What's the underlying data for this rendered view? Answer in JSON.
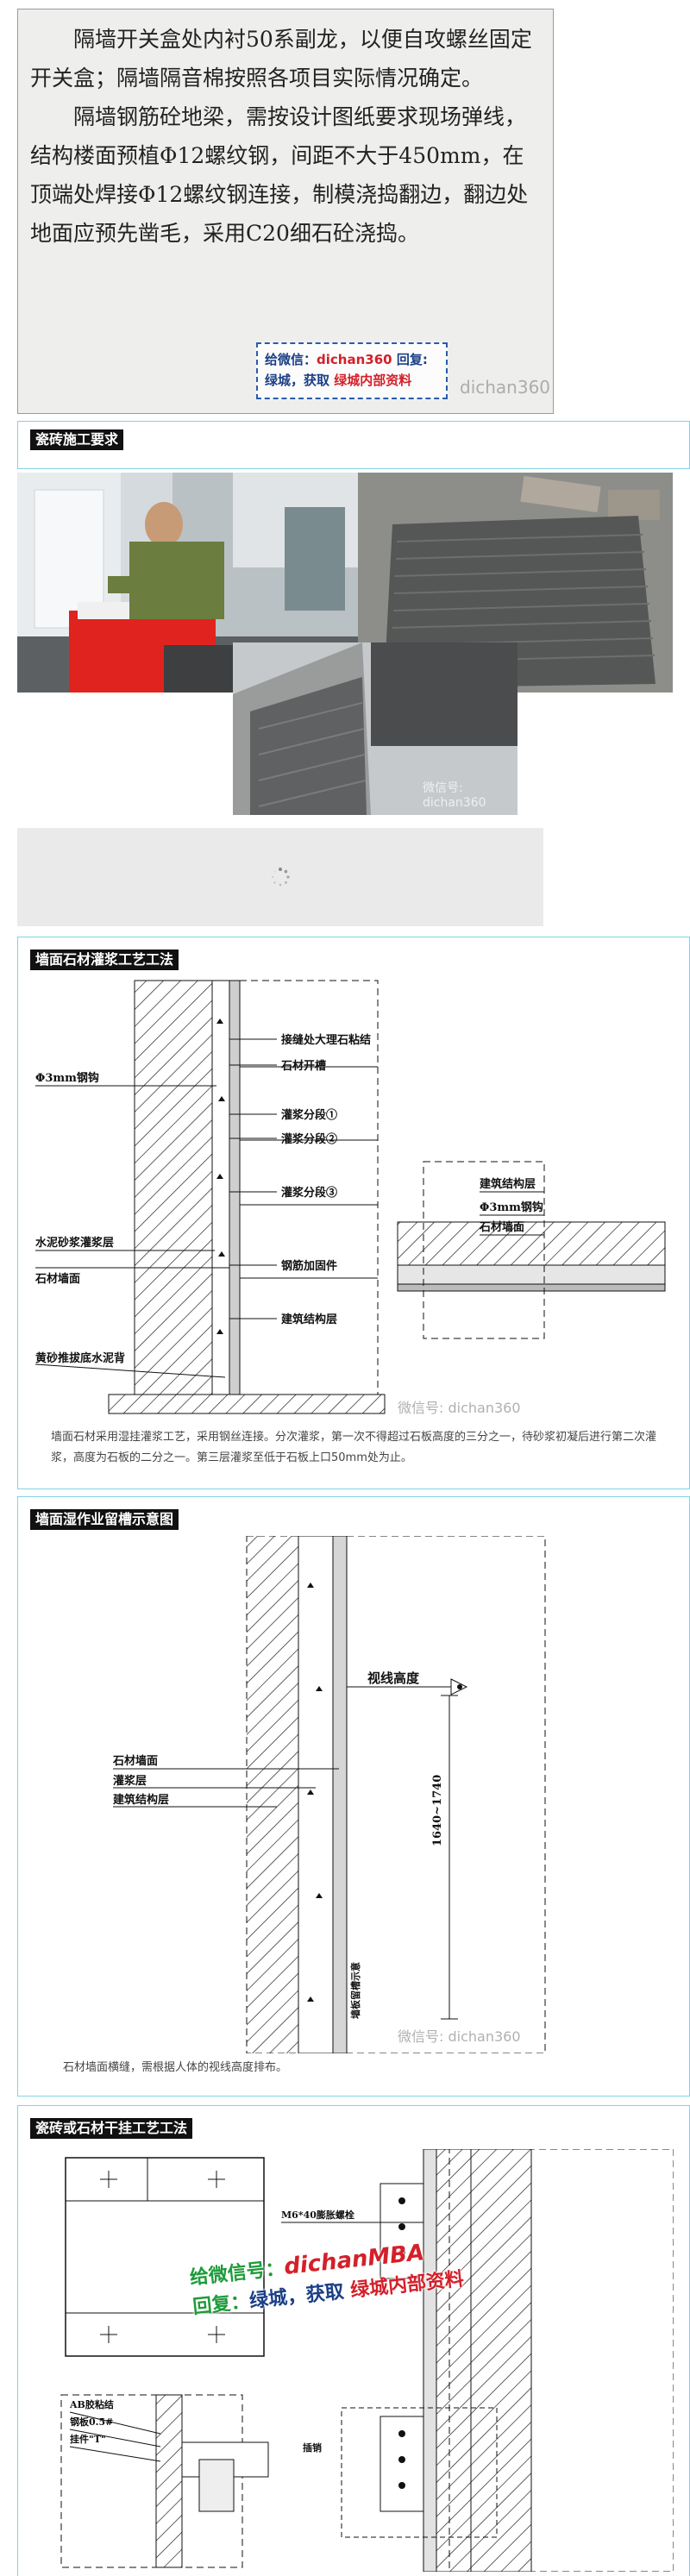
{
  "intro": {
    "paragraphs": [
      "隔墙开关盒处内衬50系副龙，以便自攻螺丝固定开关盒；隔墙隔音棉按照各项目实际情况确定。",
      "隔墙钢筋砼地梁，需按设计图纸要求现场弹线，结构楼面预植Φ12螺纹钢，间距不大于450mm，在顶端处焊接Φ12螺纹钢连接，制模浇捣翻边，翻边处地面应预先凿毛，采用C20细石砼浇捣。"
    ],
    "stamp_line1_a": "给微信：",
    "stamp_line1_b": "dichan360",
    "stamp_line1_c": "回复:",
    "stamp_line2_a": "绿城，获取",
    "stamp_line2_b": "绿城内部资料",
    "faint_wm": "dichan360"
  },
  "tile_section": {
    "tag": "瓷砖施工要求",
    "watermark": "微信号: dichan360"
  },
  "grout_section": {
    "tag": "墙面石材灌浆工艺工法",
    "labels": {
      "joint": "接缝处大理石粘结",
      "slot": "石材开槽",
      "stage1": "灌浆分段①",
      "stage2": "灌浆分段②",
      "stage3": "灌浆分段③",
      "rebar_hook": "Φ3mm钢钩",
      "cement": "水泥砂浆灌浆层",
      "stone": "石材墙面",
      "steel_fix": "钢筋加固件",
      "struct": "建筑结构层",
      "sand": "黄砂推拔底水泥背",
      "r_struct": "建筑结构层",
      "r_hook": "Φ3mm钢钩",
      "r_stone": "石材墙面"
    },
    "watermark": "微信号: dichan360",
    "caption": "墙面石材采用湿挂灌浆工艺，采用钢丝连接。分次灌浆，第一次不得超过石板高度的三分之一，待砂浆初凝后进行第二次灌浆，高度为石板的二分之一。第三层灌浆至低于石板上口50mm处为止。"
  },
  "wet_section": {
    "tag": "墙面湿作业留槽示意图",
    "labels": {
      "sight": "视线高度",
      "stone": "石材墙面",
      "grout": "灌浆层",
      "struct": "建筑结构层",
      "dim": "1640~1740",
      "slot": "墙板留槽示意"
    },
    "watermark": "微信号: dichan360",
    "caption": "石材墙面横缝，需根据人体的视线高度排布。"
  },
  "dry_section": {
    "tag": "瓷砖或石材干挂工艺工法",
    "labels": {
      "bolt": "M6*40膨胀螺栓",
      "ab": "AB胶粘结",
      "steel": "钢板0.5#",
      "hook": "挂件\"T\"",
      "pin": "插销"
    },
    "wm_line1_a": "给微信号：",
    "wm_line1_b": "dichanMBA",
    "wm_line2_a": "回复：",
    "wm_line2_b": "绿城，获取",
    "wm_line2_c": "绿城内部资料"
  }
}
